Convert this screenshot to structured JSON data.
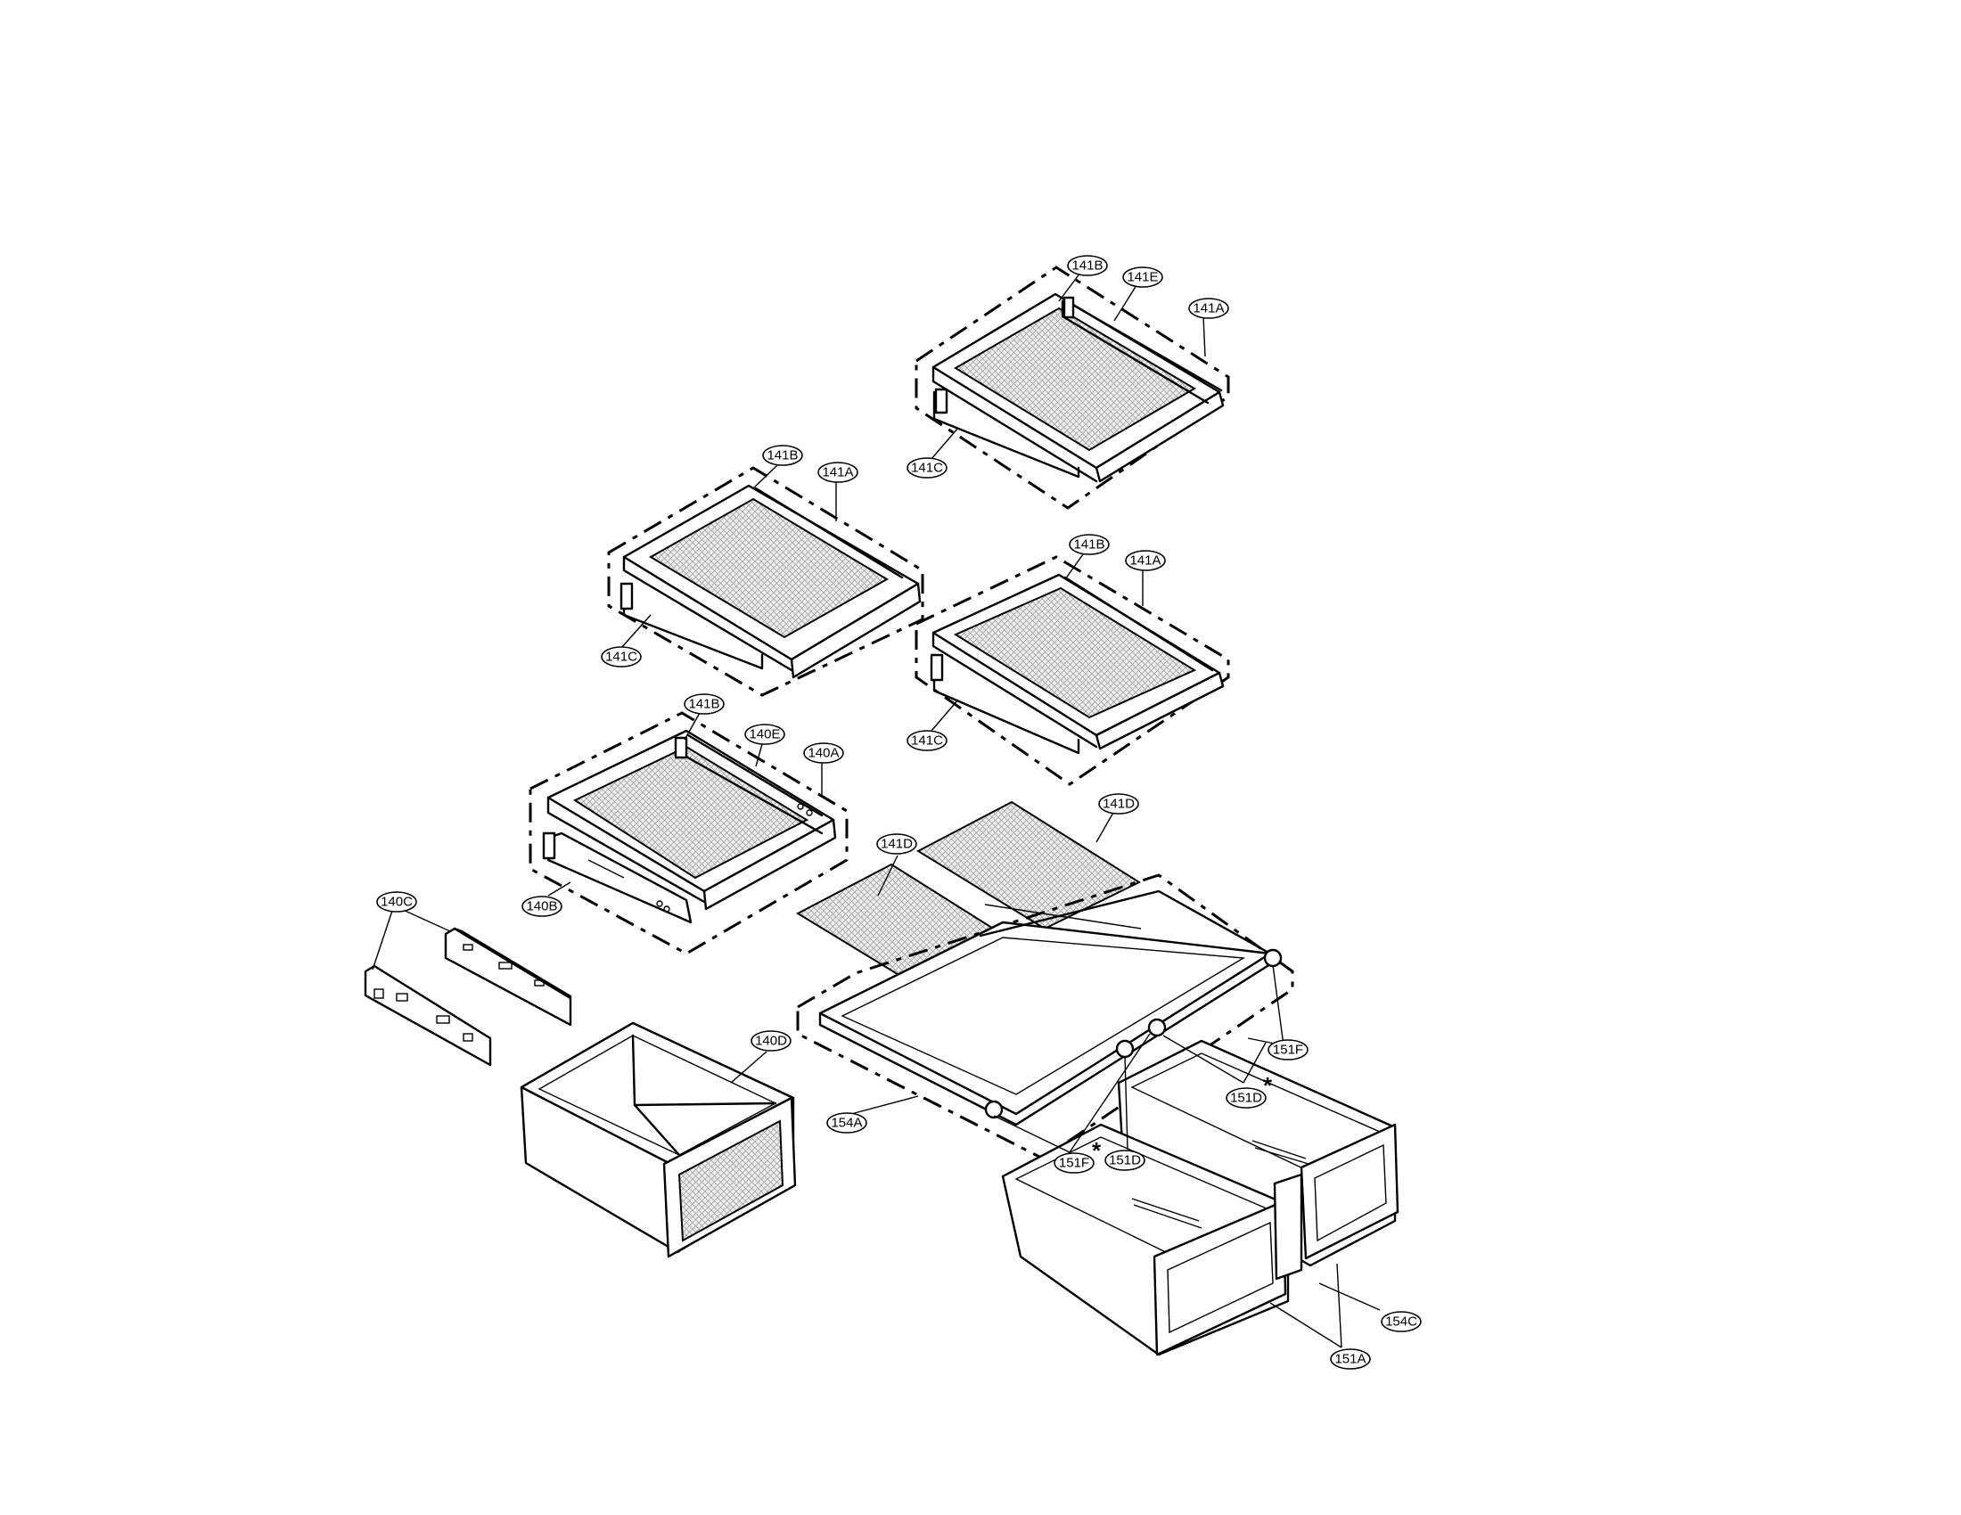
{
  "diagram": {
    "type": "exploded parts view",
    "callouts": {
      "c01": "141B",
      "c02": "141E",
      "c03": "141A",
      "c04": "141C",
      "c05": "141B",
      "c06": "141A",
      "c07": "141C",
      "c08": "141B",
      "c09": "141A",
      "c10": "141C",
      "c11": "141B",
      "c12": "140E",
      "c13": "140A",
      "c14": "140B",
      "c15": "140C",
      "c16": "140D",
      "c17": "141D",
      "c18": "141D",
      "c19": "151F",
      "c20": "151D",
      "c21": "151F",
      "c22": "151D",
      "c23": "154A",
      "c24": "154C",
      "c25": "151A"
    },
    "marks": {
      "asterisk": "*"
    }
  }
}
